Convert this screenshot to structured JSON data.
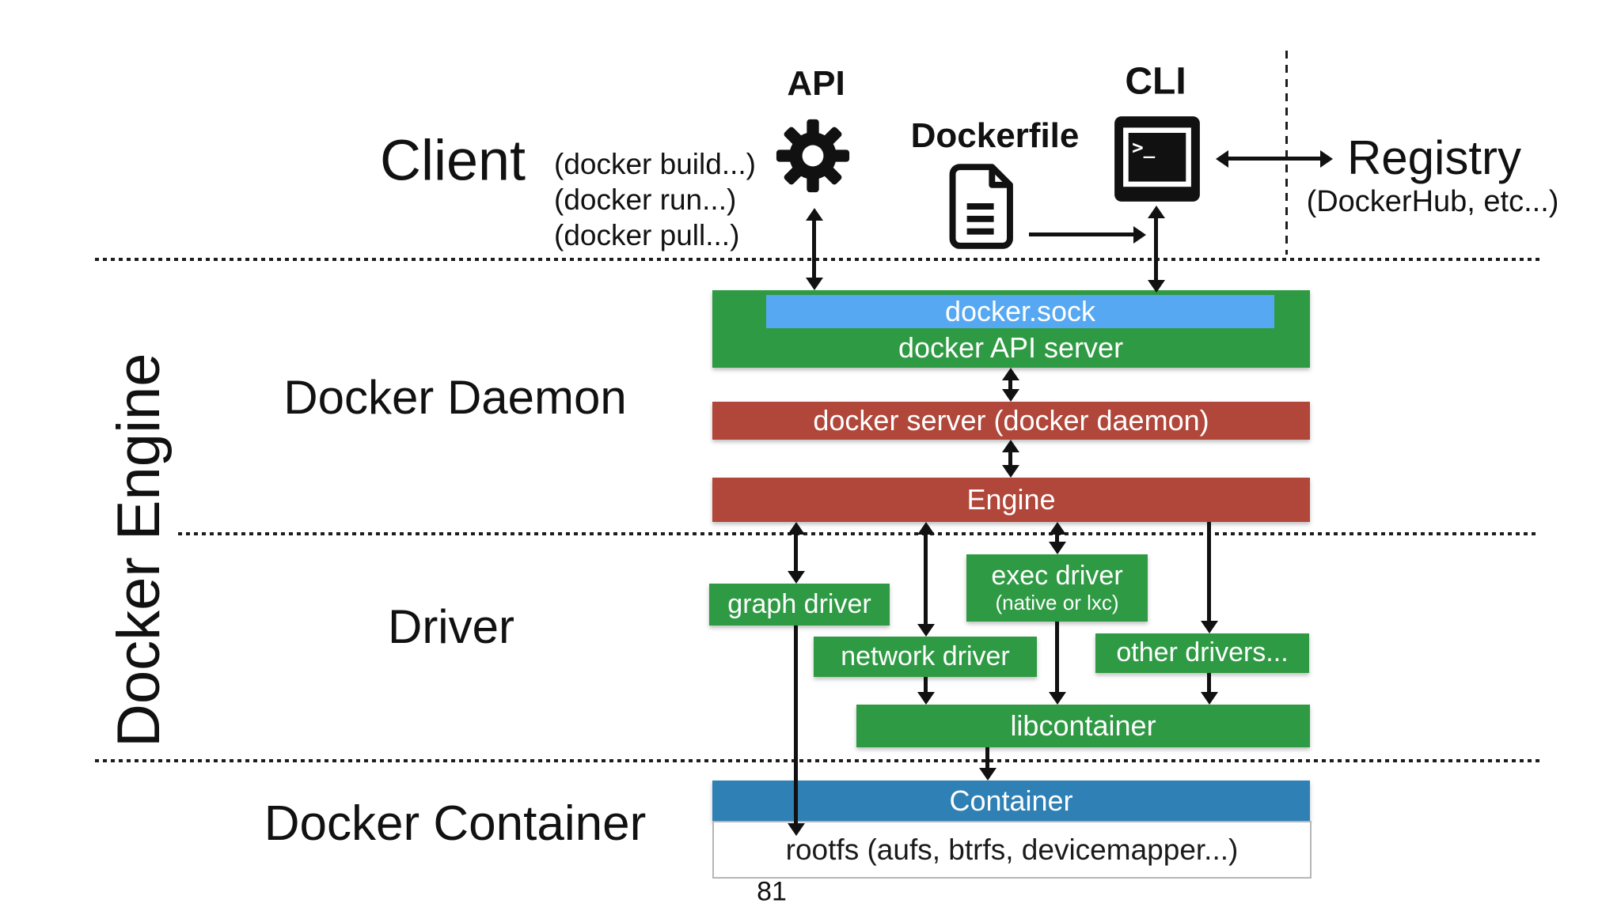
{
  "client": {
    "label": "Client",
    "commands": [
      "(docker build...)",
      "(docker run...)",
      "(docker pull...)"
    ],
    "api_label": "API",
    "dockerfile_label": "Dockerfile",
    "cli_label": "CLI",
    "registry_label": "Registry",
    "registry_sub": "(DockerHub, etc...)"
  },
  "sections": {
    "engine": "Docker Engine",
    "daemon": "Docker Daemon",
    "driver": "Driver",
    "container": "Docker Container"
  },
  "engine": {
    "sock": "docker.sock",
    "api_server": "docker API server",
    "server": "docker server (docker daemon)",
    "engine": "Engine"
  },
  "drivers": {
    "graph": "graph driver",
    "exec": "exec driver",
    "exec_sub": "(native or lxc)",
    "network": "network driver",
    "other": "other drivers...",
    "libcontainer": "libcontainer"
  },
  "container": {
    "bar": "Container",
    "rootfs": "rootfs (aufs, btrfs, devicemapper...)"
  },
  "page": {
    "number": "81"
  },
  "icons": {
    "api": "gear-icon",
    "dockerfile": "document-icon",
    "cli": "terminal-icon"
  },
  "colors": {
    "green": "#2f9a44",
    "red": "#b1473a",
    "sock_blue": "#55a8f1",
    "container_blue": "#2f80b5",
    "arrow_black": "#111111"
  }
}
